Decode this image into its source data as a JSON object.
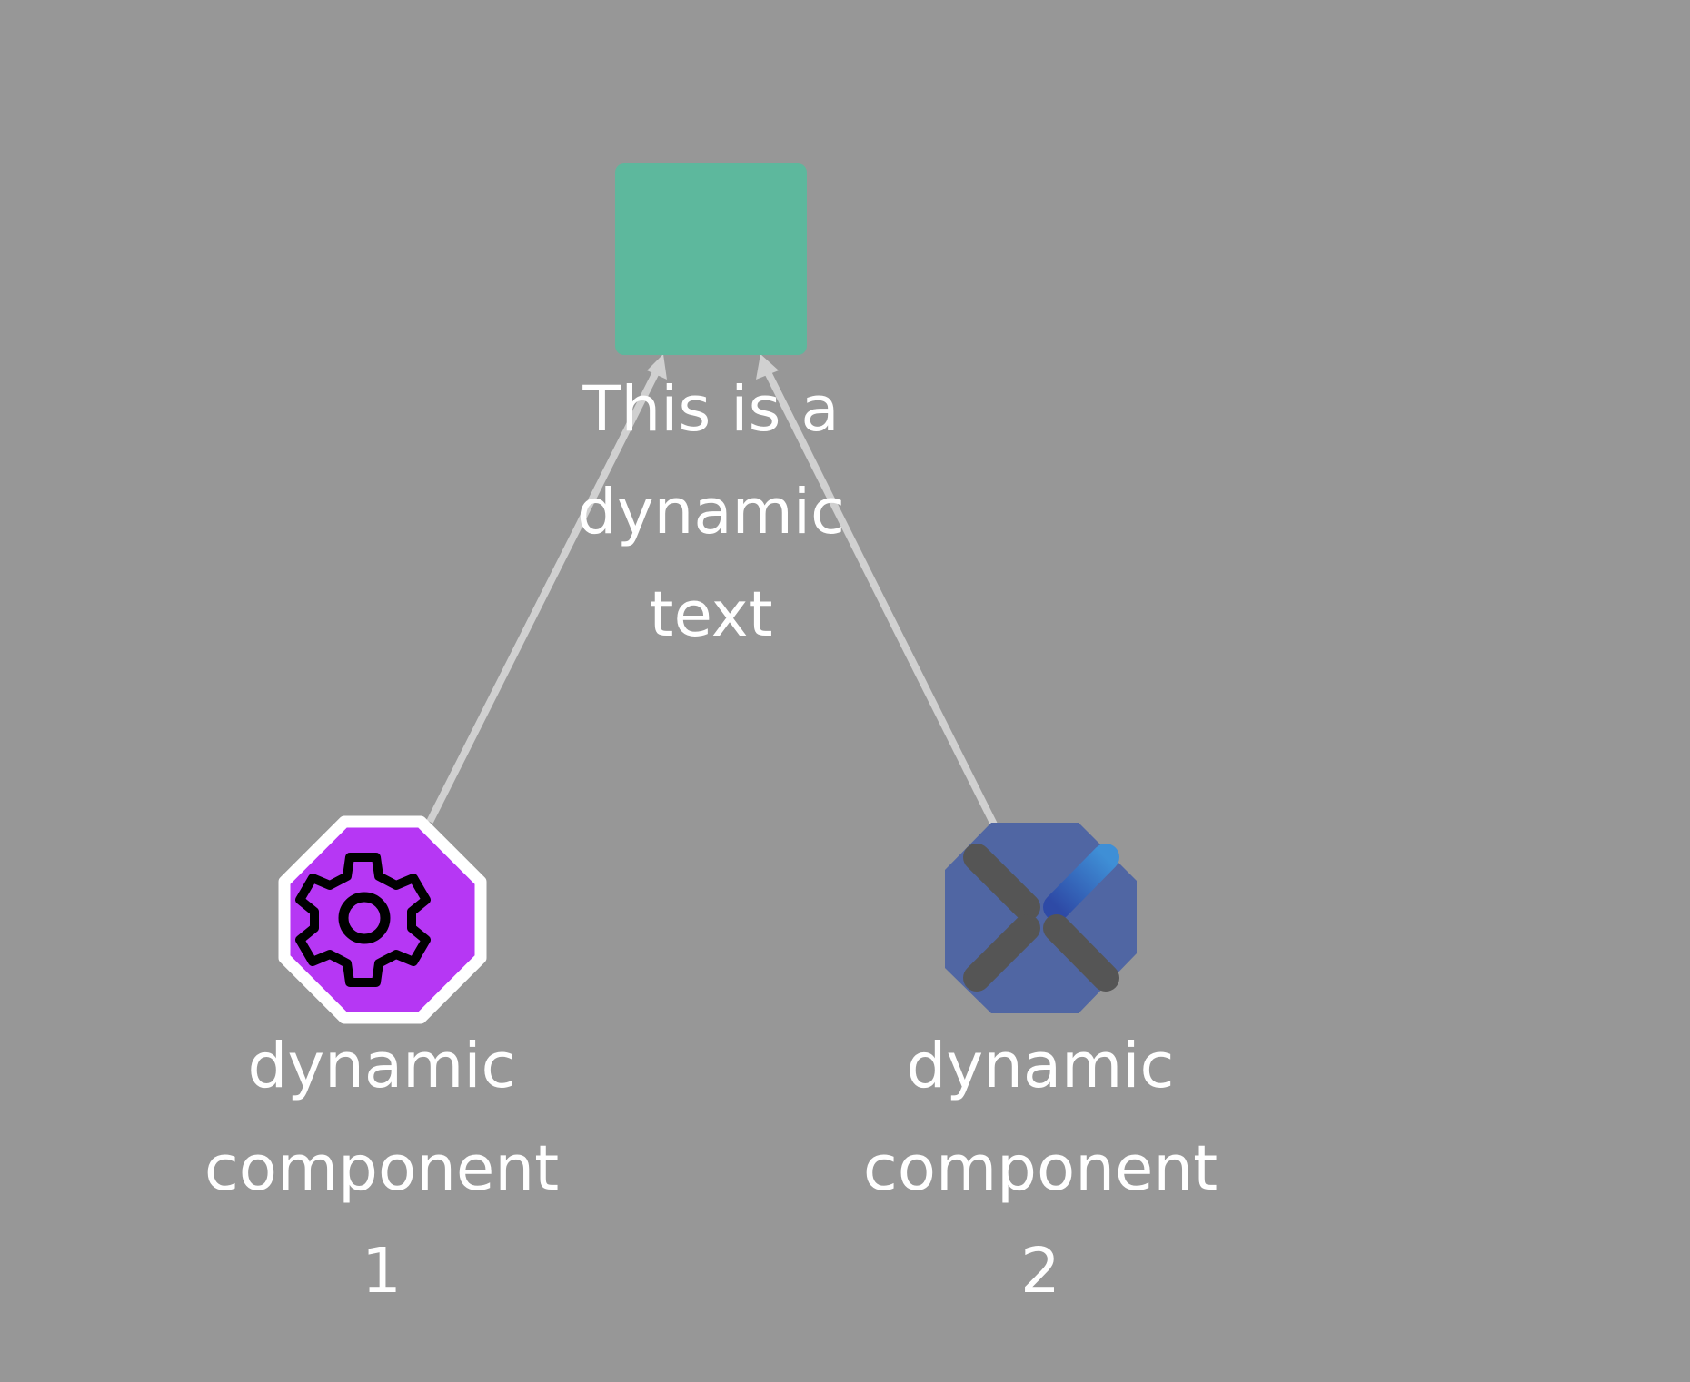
{
  "diagram": {
    "background": "#979797",
    "edge_color": "#d0d0d0",
    "nodes": [
      {
        "id": "text-node",
        "shape": "rounded-square",
        "fill": "#5db89d",
        "label_lines": [
          "This is a",
          "dynamic",
          "text"
        ]
      },
      {
        "id": "component-1",
        "shape": "octagon",
        "fill": "#b637f4",
        "border": "#ffffff",
        "icon": "gear-icon",
        "label_lines": [
          "dynamic",
          "component",
          "1"
        ]
      },
      {
        "id": "component-2",
        "shape": "octagon",
        "fill": "#5066a3",
        "icon": "x-logo-icon",
        "label_lines": [
          "dynamic",
          "component",
          "2"
        ]
      }
    ],
    "edges": [
      {
        "from": "component-1",
        "to": "text-node",
        "arrow": "end"
      },
      {
        "from": "component-2",
        "to": "text-node",
        "arrow": "end"
      }
    ]
  }
}
